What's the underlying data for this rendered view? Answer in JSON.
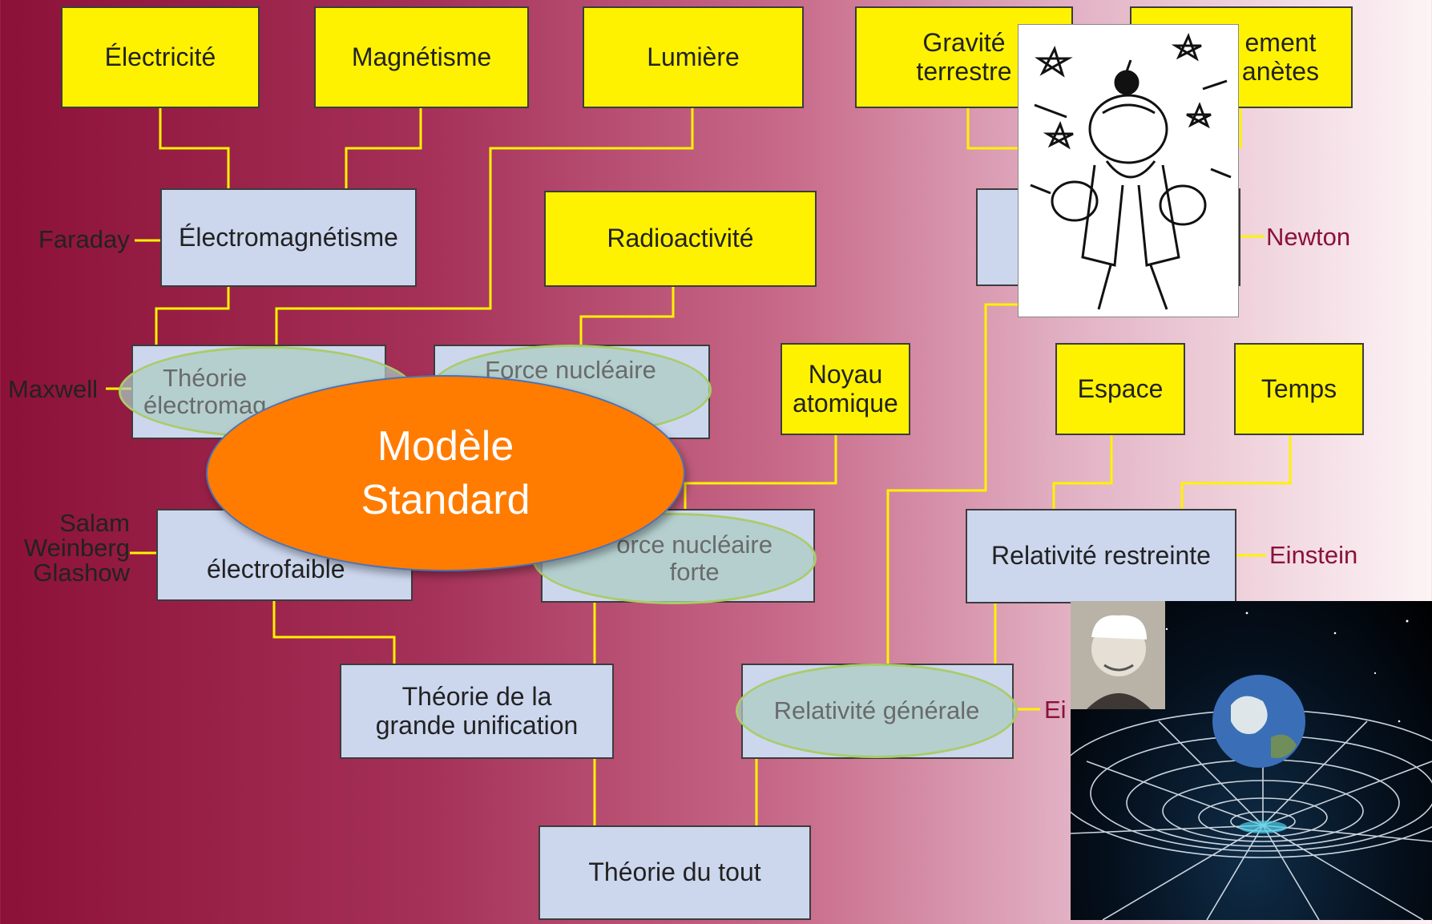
{
  "nodes": {
    "electricite": "Électricité",
    "magnetisme": "Magnétisme",
    "lumiere": "Lumière",
    "gravite": "Gravité\nterrestre",
    "planetes": "ement\nanètes",
    "electromagnetisme": "Électromagnétisme",
    "radioactivite": "Radioactivité",
    "noyau": "Noyau\natomique",
    "espace": "Espace",
    "temps": "Temps",
    "relativite_restreinte": "Relativité restreinte",
    "grande_unification": "Théorie de la\ngrande unification",
    "theorie_tout": "Théorie du tout",
    "electrofaible": "électrofaible"
  },
  "ellipses": {
    "theorie_em": "Théorie\nélectromag",
    "force_faible": "Force nucléaire",
    "force_forte": "orce nucléaire\nforte",
    "relativite_generale": "Relativité générale"
  },
  "people": {
    "faraday": "Faraday",
    "maxwell": "Maxwell",
    "salam": "Salam\nWeinberg\nGlashow",
    "newton": "Newton",
    "einstein1": "Einstein",
    "einstein2": "Ei"
  },
  "overlay": {
    "modele_standard": "Modèle\nStandard"
  },
  "colors": {
    "yellow_box": "#fff200",
    "blue_box": "#ccd7ee",
    "connector": "#fff200",
    "orange": "#ff7c00",
    "ellipse_border": "#a9cc6a"
  }
}
